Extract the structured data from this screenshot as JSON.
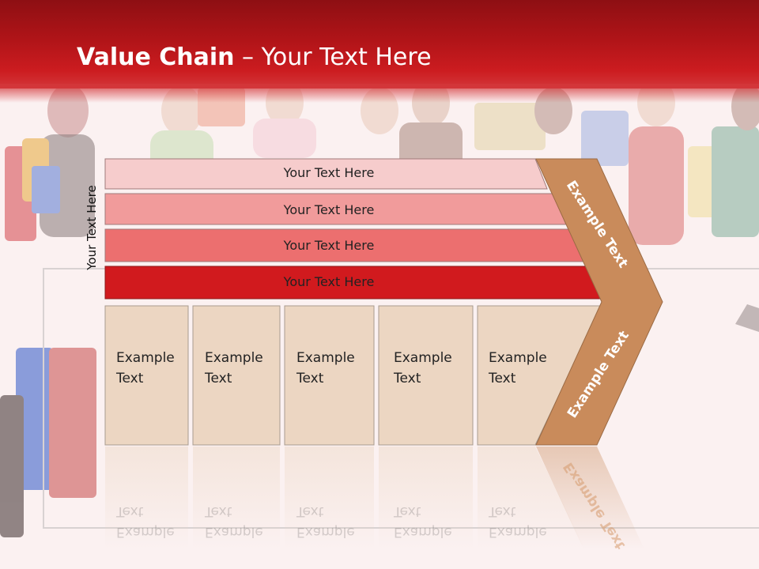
{
  "slide": {
    "title_bold": "Value Chain",
    "title_rest": " – Your Text Here",
    "side_label": "Your Text Here"
  },
  "bars": [
    {
      "label": "Your Text Here",
      "color": "#f6cccc"
    },
    {
      "label": "Your Text Here",
      "color": "#f19b9b"
    },
    {
      "label": "Your Text Here",
      "color": "#ec6f6f"
    },
    {
      "label": "Your Text Here",
      "color": "#d11a1e"
    }
  ],
  "columns": [
    {
      "line1": "Example",
      "line2": "Text"
    },
    {
      "line1": "Example",
      "line2": "Text"
    },
    {
      "line1": "Example",
      "line2": "Text"
    },
    {
      "line1": "Example",
      "line2": "Text"
    },
    {
      "line1": "Example",
      "line2": "Text"
    }
  ],
  "chevron": {
    "top_label": "Example Text",
    "bottom_label": "Example Text",
    "color": "#c98b5b"
  },
  "colors": {
    "header": "#b01418",
    "column_fill": "#ecd6c2",
    "column_stroke": "#a89c90"
  }
}
